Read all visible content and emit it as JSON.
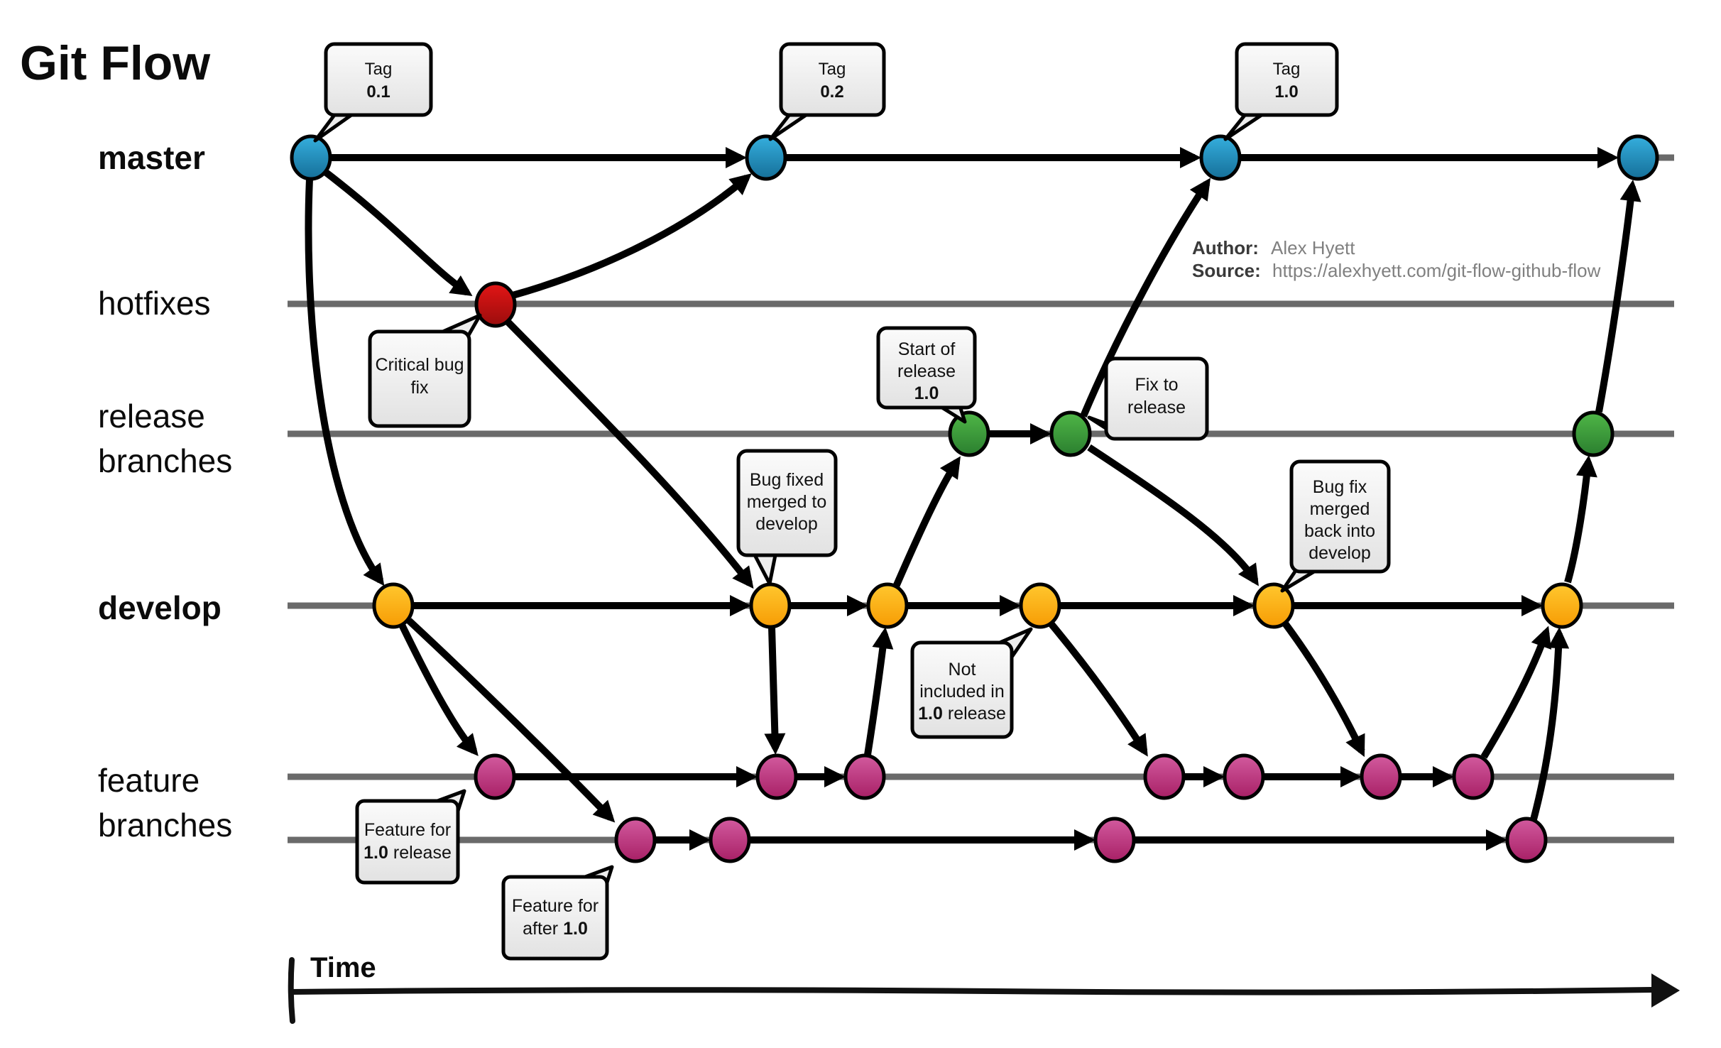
{
  "title": "Git Flow",
  "attribution": {
    "author_label": "Author:",
    "author_value": "Alex Hyett",
    "source_label": "Source:",
    "source_value": "https://alexhyett.com/git-flow-github-flow"
  },
  "lanes": {
    "master": "master",
    "hotfixes": "hotfixes",
    "release_l1": "release",
    "release_l2": "branches",
    "develop": "develop",
    "feature_l1": "feature",
    "feature_l2": "branches"
  },
  "time_axis": {
    "label": "Time"
  },
  "callouts": {
    "tag01": {
      "l1": "Tag",
      "l2": "0.1"
    },
    "tag02": {
      "l1": "Tag",
      "l2": "0.2"
    },
    "tag10": {
      "l1": "Tag",
      "l2": "1.0"
    },
    "critical_bug_fix": {
      "l1": "Critical bug",
      "l2": "fix"
    },
    "start_of_release": {
      "l1": "Start of",
      "l2": "release",
      "l3": "1.0"
    },
    "fix_to_release": {
      "l1": "Fix to",
      "l2": "release"
    },
    "bug_fixed_merged": {
      "l1": "Bug fixed",
      "l2": "merged to",
      "l3": "develop"
    },
    "not_included": {
      "l1": "Not",
      "l2": "included in",
      "l3a": "1.0",
      "l3b": "release"
    },
    "bug_fix_merged_back": {
      "l1": "Bug fix",
      "l2": "merged",
      "l3": "back into",
      "l4": "develop"
    },
    "feature_for_10": {
      "l1": "Feature for",
      "l2a": "1.0",
      "l2b": "release"
    },
    "feature_for_after": {
      "l1": "Feature for",
      "l2a": "after",
      "l2b": "1.0"
    }
  },
  "colors": {
    "master_commit": "#2196c8",
    "hotfix_commit": "#d01212",
    "release_commit": "#3fa33c",
    "develop_commit": "#fbaf14",
    "feature_commit": "#c2407e",
    "lane_gray": "#6a6a6a",
    "arrow_black": "#000000",
    "bubble_fill": "#f0f0f0",
    "bubble_border": "#000000"
  }
}
